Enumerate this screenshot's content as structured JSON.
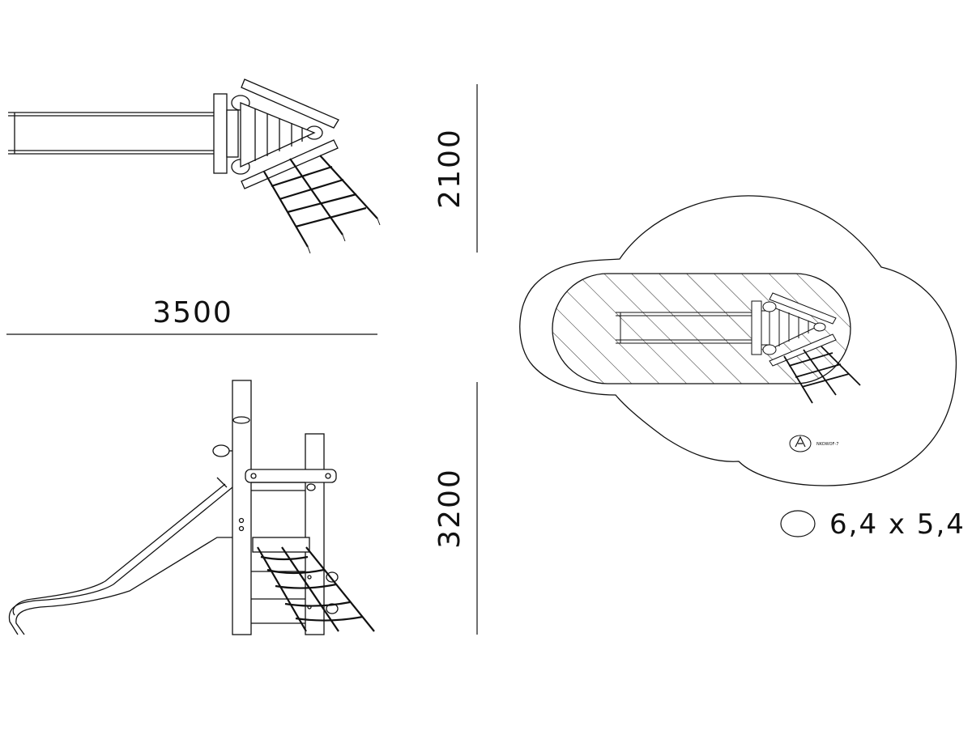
{
  "dimensions": {
    "width_label": "3500",
    "depth_label": "2100",
    "height_label": "3200"
  },
  "safety_zone": {
    "area_label": "6,4 x 5,4"
  },
  "logo": {
    "code_text": "NKOWOF-7"
  }
}
